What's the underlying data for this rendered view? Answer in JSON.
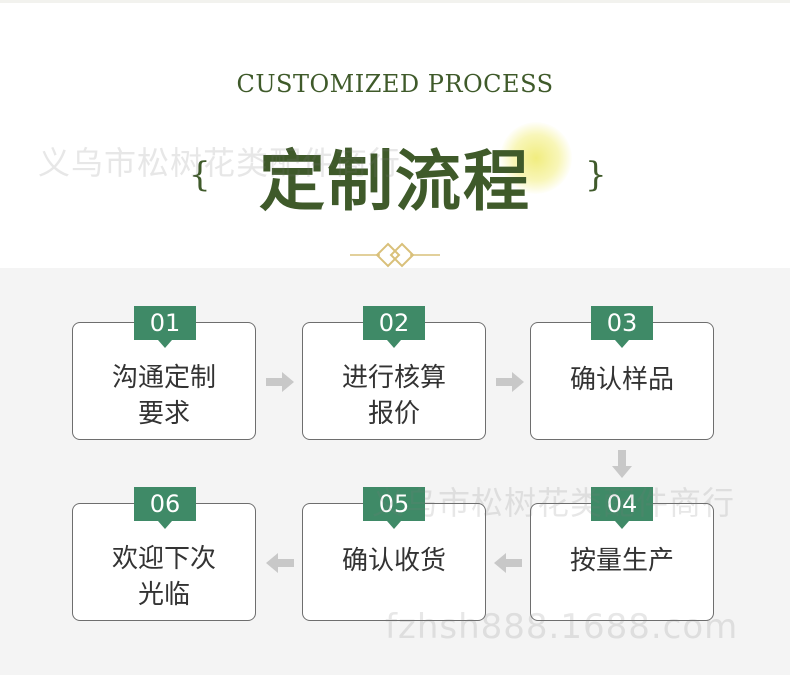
{
  "header": {
    "subtitle": "CUSTOMIZED PROCESS",
    "title": "定制流程",
    "brace_left": "{",
    "brace_right": "}"
  },
  "watermarks": [
    "义乌市松树花类配件商行",
    "义乌市松树花类配件商行",
    "fzhsh888.1688.com"
  ],
  "steps": [
    {
      "number": "01",
      "line1": "沟通定制",
      "line2": "要求"
    },
    {
      "number": "02",
      "line1": "进行核算",
      "line2": "报价"
    },
    {
      "number": "03",
      "line1": "确认样品",
      "line2": ""
    },
    {
      "number": "04",
      "line1": "按量生产",
      "line2": ""
    },
    {
      "number": "05",
      "line1": "确认收货",
      "line2": ""
    },
    {
      "number": "06",
      "line1": "欢迎下次",
      "line2": "光临"
    }
  ],
  "colors": {
    "title_green": "#3f5a2a",
    "badge_green": "#3f8a67",
    "arrow_gray": "#c8c8c8",
    "divider_gold": "#d9c07a"
  }
}
